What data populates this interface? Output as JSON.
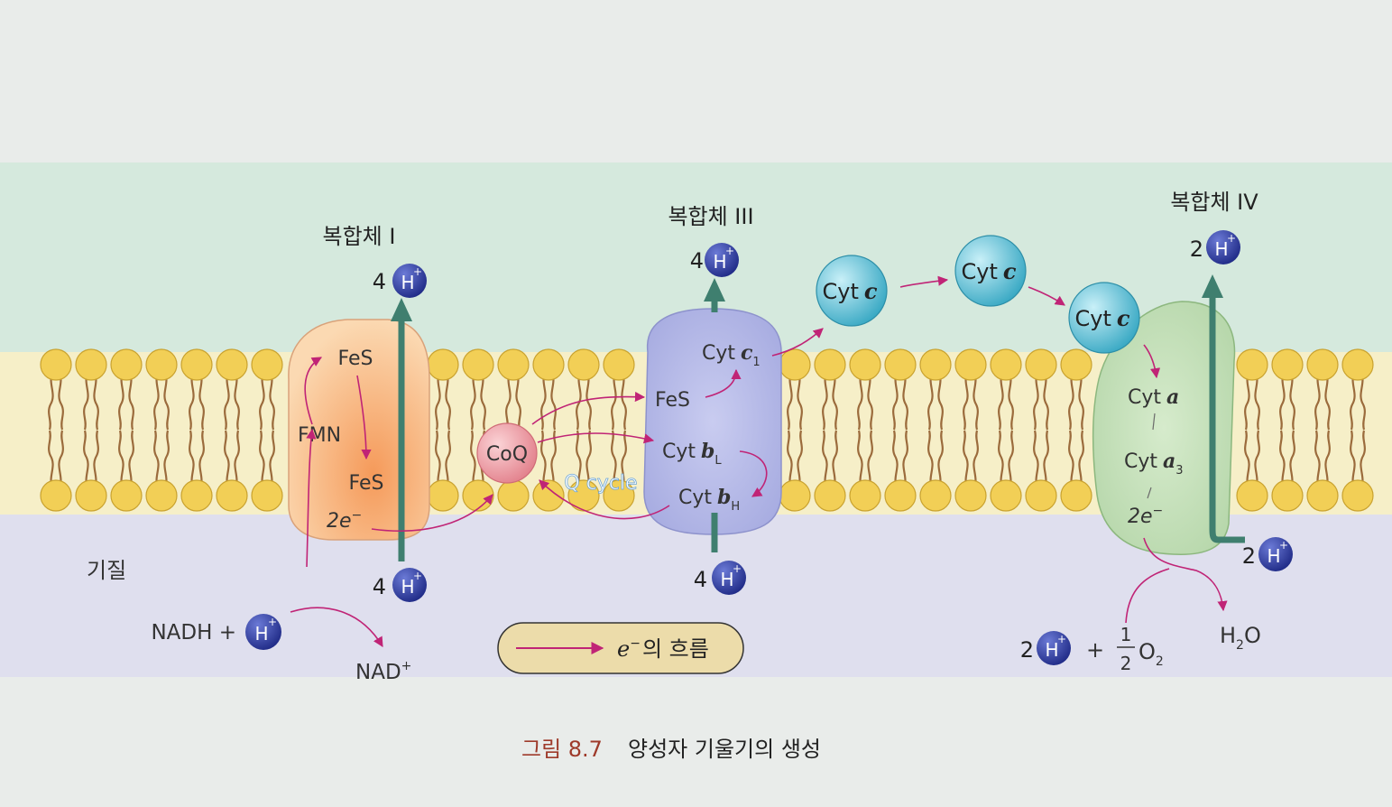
{
  "colors": {
    "page": "#e9ecea",
    "intermembrane": "#cde8d8",
    "matrix": "#dcdcef",
    "lipid_head": "#f2cf56",
    "lipid_tail": "#9b6b3c",
    "electron_arrow": "#c02476",
    "proton_arrow": "#3f7f6f",
    "proton_ball": "#2c3a9e",
    "complex1": "#f7c59a",
    "complex3": "#b2b6e6",
    "complex4": "#c3dfb8",
    "coq": "#ec9aa3",
    "cytc": "#5bc0d6",
    "legend_box": "#ecdcaa",
    "caption_label": "#9e3a2a"
  },
  "labels": {
    "complex1_title": "복합체 I",
    "complex3_title": "복합체 III",
    "complex4_title": "복합체 IV",
    "matrix": "기질",
    "h": "H",
    "h_sup": "+",
    "n4": "4",
    "n2": "2",
    "fes": "FeS",
    "fmn": "FMN",
    "two_e": "2e",
    "e_sup": "−",
    "coq": "CoQ",
    "q_cycle": "Q cycle",
    "cyt": "Cyt",
    "c": "c",
    "c1_sub": "1",
    "b": "b",
    "bl_sub": "L",
    "bh_sub": "H",
    "a": "a",
    "a3_sub": "3",
    "nadh_plus": "NADH +",
    "nad": "NAD",
    "nad_sup": "+",
    "h2o_h": "H",
    "h2o_2": "2",
    "h2o_o": "O",
    "plus": "+",
    "frac_num": "1",
    "frac_den": "2",
    "o": "O",
    "o_sub": "2",
    "legend_e": "e",
    "legend_sup": "−",
    "legend_text": "의 흐름",
    "caption_label": "그림 8.7",
    "caption_title": "양성자 기울기의 생성"
  }
}
